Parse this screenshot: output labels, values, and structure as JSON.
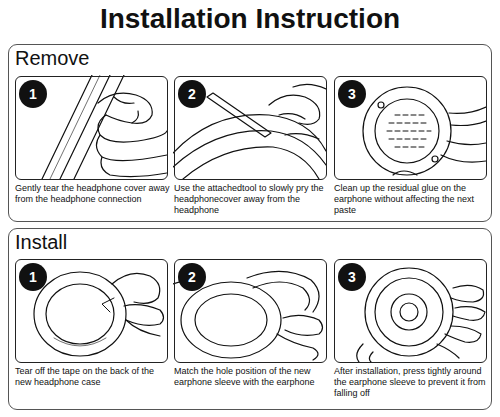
{
  "diagram": {
    "title": "Installation Instruction",
    "nodes": [
      {
        "text": [
          "Remove"
        ]
      },
      {
        "text": [
          "Gently tear the headphone cover away from the headphone connection"
        ],
        "in": 0
      },
      {
        "text": [
          "1"
        ],
        "in": 1
      },
      {
        "text": [
          "Use the attachedtool to slowly pry the headphonecover away from the headphone"
        ],
        "in": 0
      },
      {
        "text": [
          "2"
        ],
        "in": 3
      },
      {
        "text": [
          "Clean up the residual glue on the earphone without affecting the next paste"
        ],
        "in": 0
      },
      {
        "text": [
          "3"
        ],
        "in": 5
      },
      {
        "text": [
          "Install"
        ]
      },
      {
        "text": [
          "Tear off the tape on the back of the new headphone case"
        ],
        "in": 7
      },
      {
        "text": [
          "1"
        ],
        "in": 8
      },
      {
        "text": [
          "Match the hole position of the new earphone sleeve with the earphone"
        ],
        "in": 7
      },
      {
        "text": [
          "2"
        ],
        "in": 10
      },
      {
        "text": [
          "After installation, press tightly around the earphone sleeve to prevent it from falling off"
        ],
        "in": 7
      },
      {
        "text": [
          "3"
        ],
        "in": 12
      }
    ]
  }
}
